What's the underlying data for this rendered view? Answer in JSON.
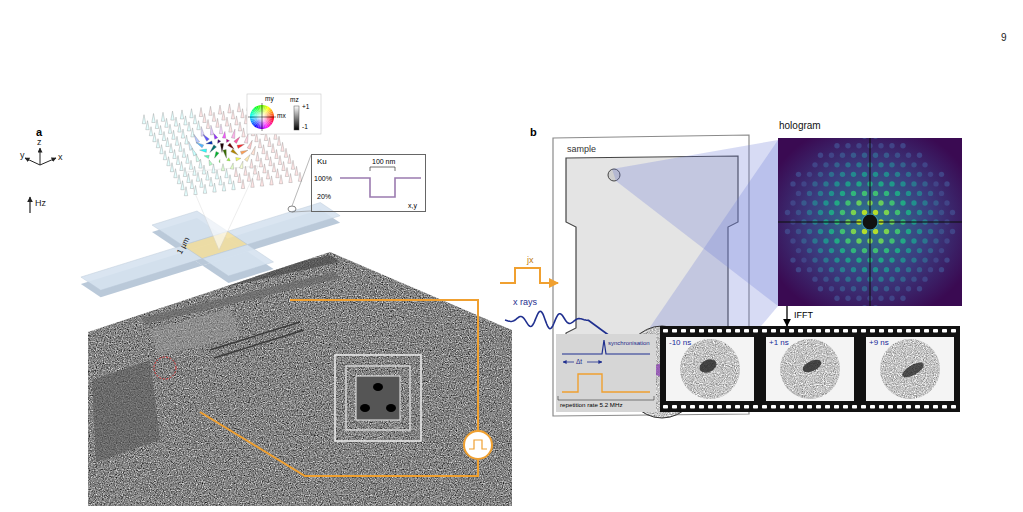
{
  "diagram": {
    "nodes": [
      {
        "text": [
          "Ku",
          "100%",
          "20%",
          "100 nm",
          "x,y"
        ]
      },
      {
        "text": [
          "sample"
        ]
      },
      {
        "text": [
          "hologram"
        ]
      },
      {
        "text": [
          "synchronisation",
          "Δt",
          "repetition rate 5.2 MHz"
        ]
      },
      {
        "text": [
          "-10 ns"
        ]
      },
      {
        "text": [
          "+1 ns"
        ]
      },
      {
        "text": [
          "+9 ns"
        ]
      }
    ],
    "edges": [
      {
        "from": 2,
        "to": 5,
        "arrow": "to",
        "label": "IFFT"
      }
    ],
    "labels": [
      "9",
      "a",
      "b",
      "y",
      "z",
      "x",
      "Hz",
      "my",
      "mx",
      "mz",
      "+1",
      "-1",
      "1 μm",
      "jx",
      "x rays"
    ]
  }
}
